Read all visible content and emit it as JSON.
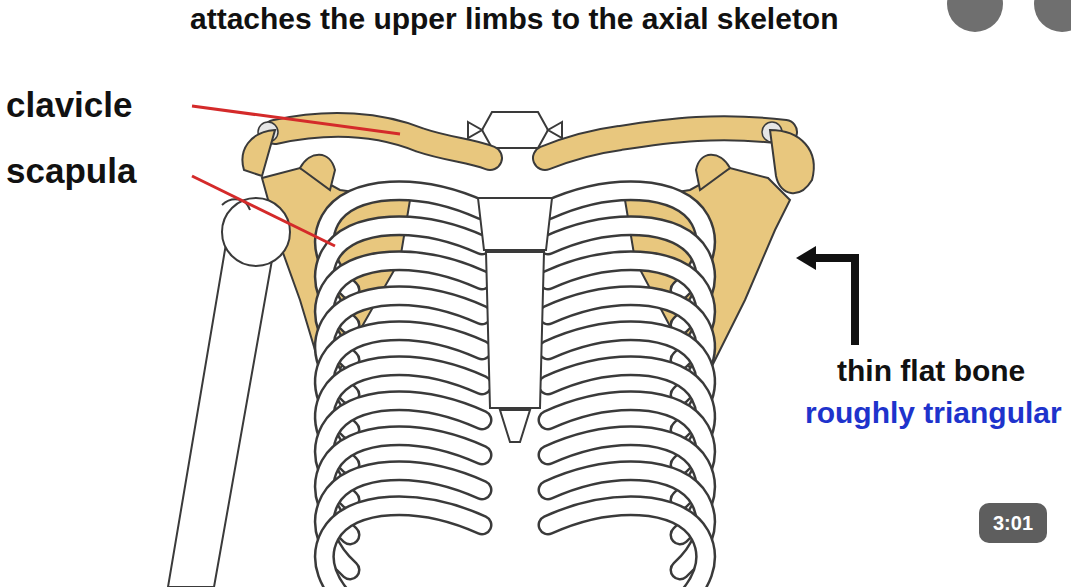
{
  "diagram": {
    "title": "attaches the upper limbs to the axial skeleton",
    "nodes": [
      {
        "text": [
          "3:01"
        ]
      }
    ],
    "labels": [
      "clavicle",
      "scapula",
      "thin flat bone",
      "roughly triangular"
    ]
  }
}
